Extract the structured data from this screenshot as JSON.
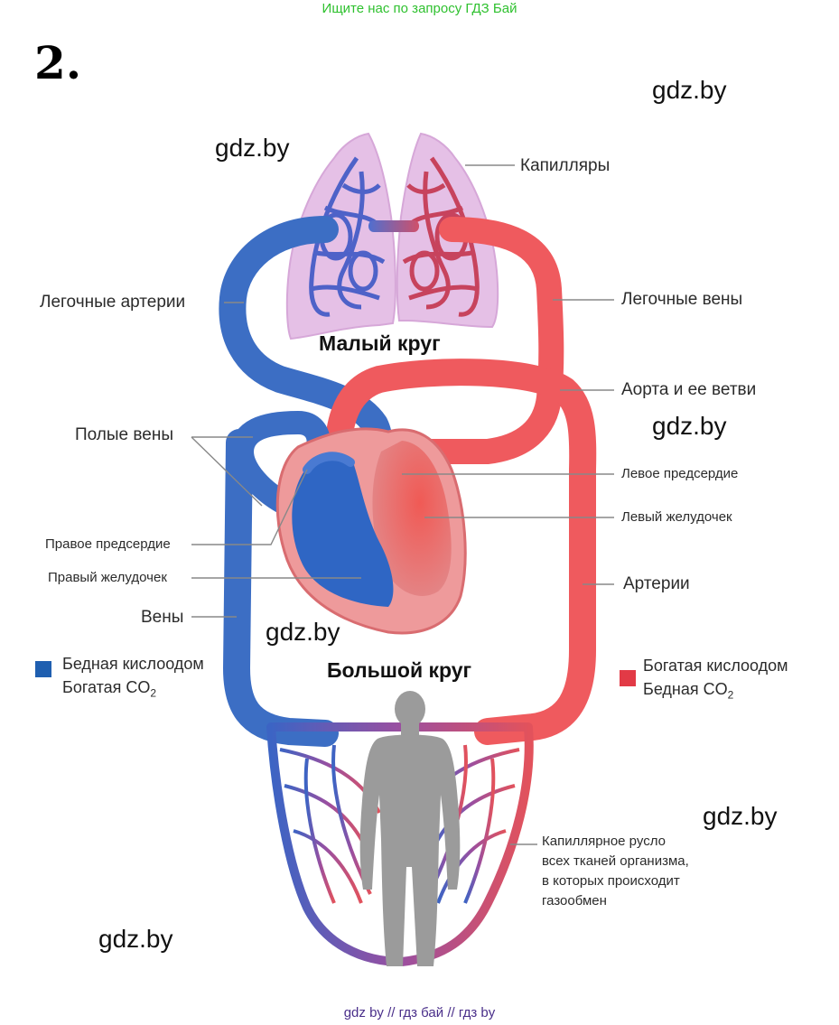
{
  "banner": "Ищите нас по запросу ГДЗ Бай",
  "problem_number": "2.",
  "watermark": "gdz.by",
  "titles": {
    "pulmonary": "Малый круг",
    "systemic": "Большой круг"
  },
  "labels": {
    "capillaries": "Капилляры",
    "pulmonary_arteries": "Легочные артерии",
    "pulmonary_veins": "Легочные вены",
    "aorta": "Аорта и ее ветви",
    "vena_cava": "Полые вены",
    "left_atrium": "Левое предсердие",
    "left_ventricle": "Левый желудочек",
    "right_atrium": "Правое предсердие",
    "right_ventricle": "Правый желудочек",
    "arteries": "Артерии",
    "veins": "Вены",
    "capillary_bed_1": "Капиллярное русло",
    "capillary_bed_2": "всех тканей организма,",
    "capillary_bed_3": "в которых происходит",
    "capillary_bed_4": "газообмен"
  },
  "legend": {
    "poor": {
      "line1": "Бедная кислоодом",
      "line2": "Богатая CO",
      "sub": "2",
      "color": "#1f5fb0"
    },
    "rich": {
      "line1": "Богатая кислоодом",
      "line2": "Бедная CO",
      "sub": "2",
      "color": "#e23a46"
    }
  },
  "footer": "gdz by  //  гдз бай  //  гдз by",
  "colors": {
    "blue": "#3a6fc4",
    "red": "#ef5a5e",
    "lung": "#e7c4e8",
    "body": "#9b9b9b"
  }
}
